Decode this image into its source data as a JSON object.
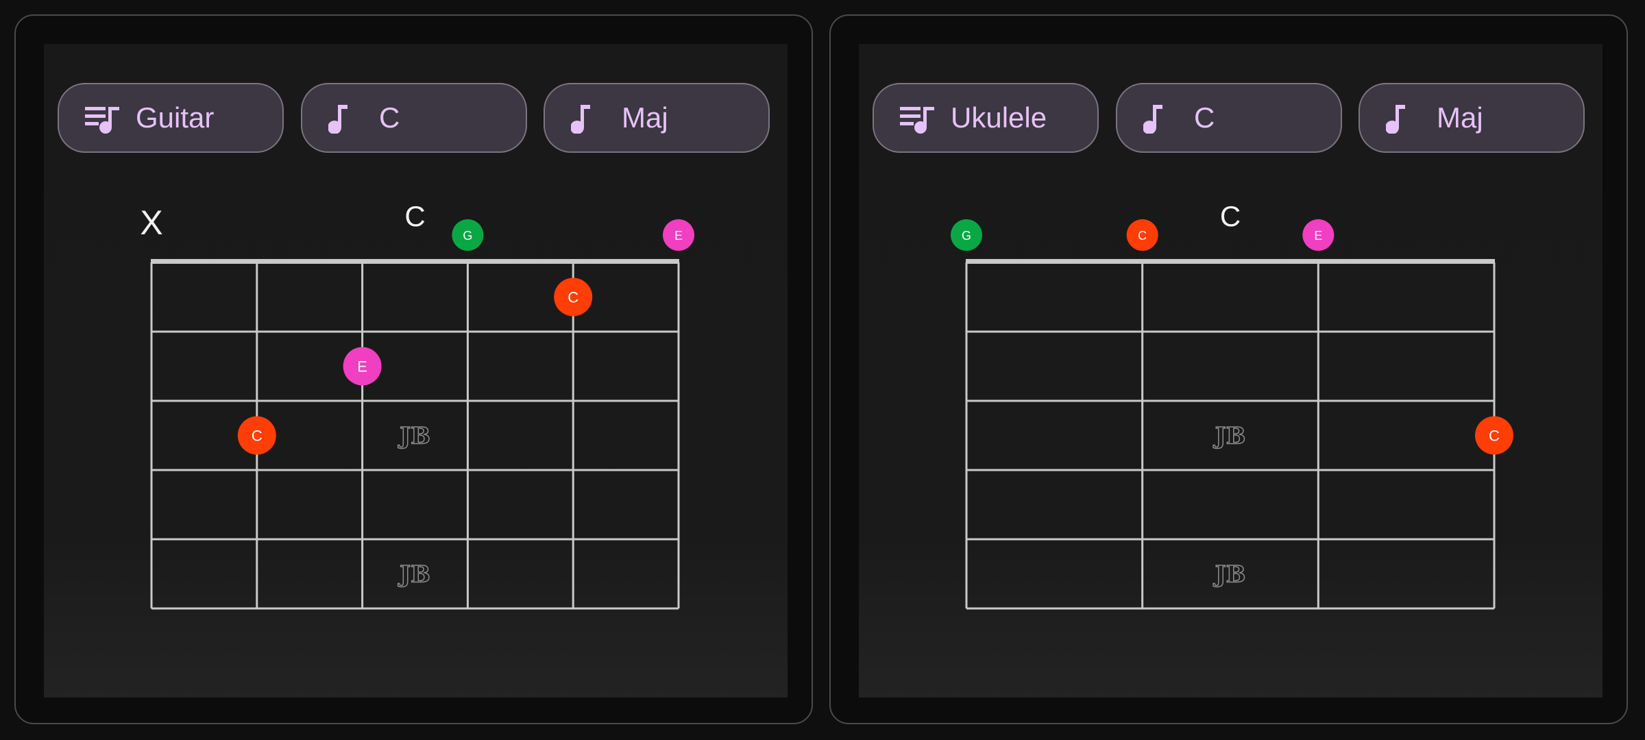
{
  "colors": {
    "G": "#0aa844",
    "C": "#ff3d06",
    "E": "#f03fc0",
    "pill_text": "#e6c2f8",
    "fret": "#c9c9c9"
  },
  "panels": [
    {
      "id": "guitar",
      "instrument": {
        "label": "Guitar",
        "icon": "queue-music-icon"
      },
      "root": {
        "label": "C",
        "icon": "music-note-icon"
      },
      "quality": {
        "label": "Maj",
        "icon": "music-note-icon"
      },
      "chord_name": "C",
      "strings": 6,
      "frets": 5,
      "muted_label": "X",
      "muted_strings": [
        0
      ],
      "open_notes": [
        {
          "string": 3,
          "note": "G"
        },
        {
          "string": 5,
          "note": "E"
        }
      ],
      "fretted_notes": [
        {
          "string": 4,
          "fret": 1,
          "note": "C"
        },
        {
          "string": 2,
          "fret": 2,
          "note": "E"
        },
        {
          "string": 1,
          "fret": 3,
          "note": "C"
        }
      ],
      "inlay_frets": [
        3,
        5
      ],
      "inlay_text": "JB"
    },
    {
      "id": "ukulele",
      "instrument": {
        "label": "Ukulele",
        "icon": "queue-music-icon"
      },
      "root": {
        "label": "C",
        "icon": "music-note-icon"
      },
      "quality": {
        "label": "Maj",
        "icon": "music-note-icon"
      },
      "chord_name": "C",
      "strings": 4,
      "frets": 5,
      "muted_label": "",
      "muted_strings": [],
      "open_notes": [
        {
          "string": 0,
          "note": "G"
        },
        {
          "string": 1,
          "note": "C"
        },
        {
          "string": 2,
          "note": "E"
        }
      ],
      "fretted_notes": [
        {
          "string": 3,
          "fret": 3,
          "note": "C"
        }
      ],
      "inlay_frets": [
        3,
        5
      ],
      "inlay_text": "JB"
    }
  ]
}
